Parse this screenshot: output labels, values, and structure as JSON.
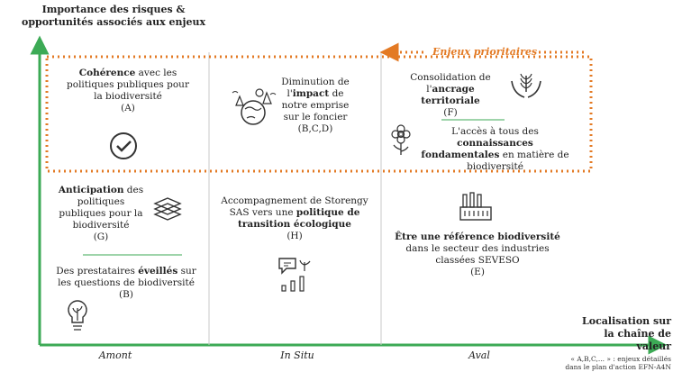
{
  "axes": {
    "y_label": "Importance des risques & opportunités associés aux enjeux",
    "x_label": "Localisation sur la chaîne de valeur",
    "columns": [
      "Amont",
      "In Situ",
      "Aval"
    ],
    "footnote": "« A,B,C,... » : enjeux détaillés dans le plan d'action EFN-A4N"
  },
  "priority_label": "Enjeux prioritaires",
  "colors": {
    "axis": "#3caa55",
    "priority": "#e37a24",
    "divider": "#c8c8c8"
  },
  "cells": {
    "coherence": {
      "b1": "Cohérence",
      "t1": " avec les politiques publiques pour la biodiversité",
      "ref": "(A)",
      "icon": "check-circle-icon"
    },
    "impact": {
      "t1": "Diminution de l'",
      "b1": "impact",
      "t2": " de notre emprise sur le foncier",
      "ref": "(B,C,D)",
      "icon": "landscape-globe-icon"
    },
    "ancrage": {
      "t1": "Consolidation de l'",
      "b1": "ancrage territoriale",
      "ref": "(F)",
      "icon": "hands-plant-icon"
    },
    "connaissances": {
      "t1": "L'accès à tous des ",
      "b1": "connaissances fondamentales",
      "t2": " en matière de biodiversité",
      "icon": "flower-icon"
    },
    "anticipation": {
      "b1": "Anticipation",
      "t1": " des politiques publiques pour la biodiversité",
      "ref": "(G)",
      "icon": "books-icon"
    },
    "prestataires": {
      "t1": "Des prestataires ",
      "b1": "éveillés",
      "t2": " sur les questions de biodiversité",
      "ref": "(B)",
      "icon": "lightbulb-plant-icon"
    },
    "accompagnement": {
      "t1": "Accompagnement de Storengy SAS  vers une ",
      "b1": "politique de transition écologique",
      "ref": "(H)",
      "icon": "chat-growth-icon"
    },
    "reference": {
      "b1": "Être une référence biodiversité",
      "t1": " dans le secteur des industries classées SEVESO",
      "ref": "(E)",
      "icon": "factory-icon"
    }
  }
}
